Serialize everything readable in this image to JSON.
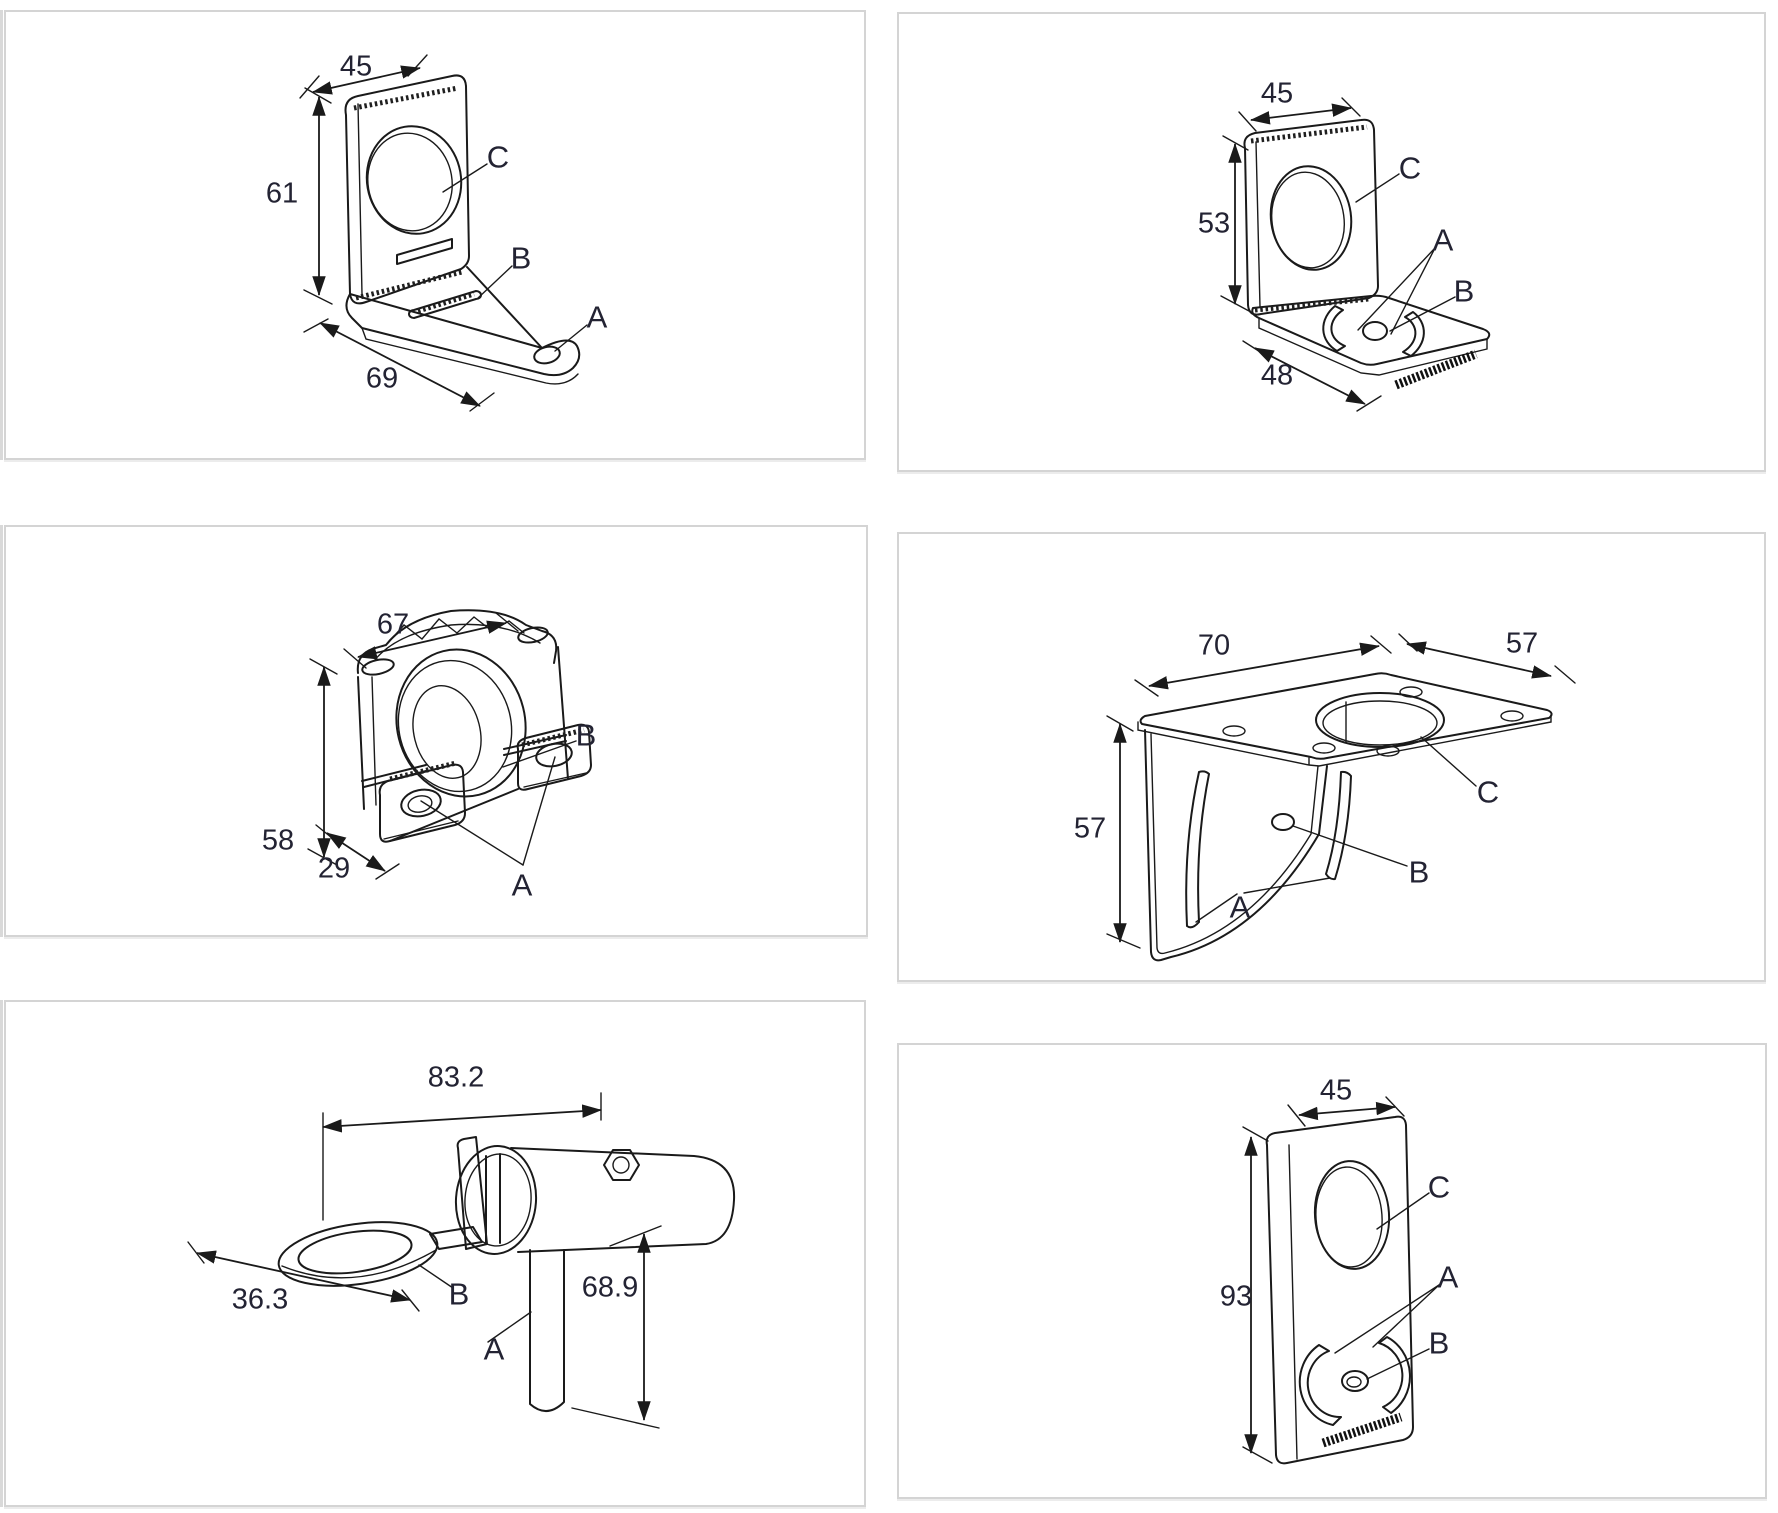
{
  "page": {
    "background": "#ffffff",
    "panel_border": "#d4d4d4",
    "line_color": "#1a1a1a",
    "text_color": "#232333"
  },
  "panels": [
    {
      "figure": "l-bracket-with-slot-and-hole",
      "dims": {
        "width": "45",
        "height": "61",
        "length": "69"
      },
      "callouts": {
        "c": "C",
        "b": "B",
        "a": "A"
      }
    },
    {
      "figure": "l-bracket-with-rotary-slots",
      "dims": {
        "width": "45",
        "height": "53",
        "depth": "48"
      },
      "callouts": {
        "c": "C",
        "a": "A",
        "b": "B"
      }
    },
    {
      "figure": "clamp-block",
      "dims": {
        "width": "67",
        "height": "58",
        "depth": "29"
      },
      "callouts": {
        "b": "B",
        "a": "A"
      }
    },
    {
      "figure": "angle-plate-bracket",
      "dims": {
        "width": "70",
        "top_depth": "57",
        "height": "57"
      },
      "callouts": {
        "c": "C",
        "b": "B",
        "a": "A"
      }
    },
    {
      "figure": "rod-mount",
      "dims": {
        "length": "83.2",
        "depth": "36.3",
        "rod_length": "68.9"
      },
      "callouts": {
        "b": "B",
        "a": "A"
      }
    },
    {
      "figure": "flat-plate-with-rotary-slots",
      "dims": {
        "width": "45",
        "height": "93"
      },
      "callouts": {
        "c": "C",
        "a": "A",
        "b": "B"
      }
    }
  ]
}
